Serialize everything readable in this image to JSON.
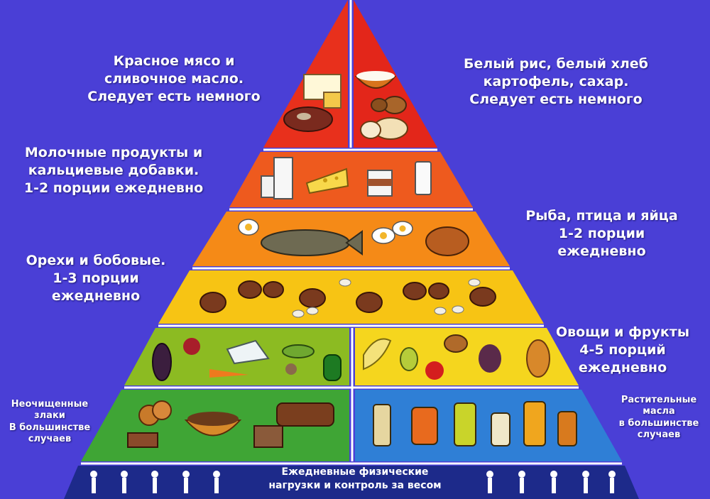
{
  "diagram": {
    "tiers": [
      {
        "id": "meat-butter",
        "color": "#e8301c",
        "lines": [
          "Красное мясо и",
          "сливочное масло.",
          "Следует есть немного"
        ]
      },
      {
        "id": "rice-bread",
        "color": "#e8301c",
        "lines": [
          "Белый рис, белый хлеб",
          "картофель, сахар.",
          "Следует есть немного"
        ]
      },
      {
        "id": "dairy",
        "color": "#ee5a1e",
        "lines": [
          "Молочные продукты и",
          "кальциевые добавки.",
          "1-2 порции ежедневно"
        ]
      },
      {
        "id": "fish-poultry-eggs",
        "color": "#f58a17",
        "lines": [
          "Рыба, птица и яйца",
          "1-2 порции",
          "ежедневно"
        ]
      },
      {
        "id": "nuts-legumes",
        "color": "#f7c414",
        "lines": [
          "Орехи и бобовые.",
          "1-3 порции",
          "ежедневно"
        ]
      },
      {
        "id": "vegetables-fruits",
        "color": "#9cc323",
        "lines": [
          "Овощи и фрукты",
          "4-5 порций",
          "ежедневно"
        ]
      },
      {
        "id": "whole-grains",
        "color": "#3fa535",
        "lines": [
          "Неочищенные",
          "злаки",
          "В большинстве",
          "случаев"
        ]
      },
      {
        "id": "plant-oils",
        "color": "#2f7fd6",
        "lines": [
          "Растительные",
          "масла",
          "в большинстве",
          "случаев"
        ]
      },
      {
        "id": "exercise",
        "color": "#1d2a8a",
        "lines": [
          "Ежедневные физические",
          "нагрузки и контроль за весом"
        ]
      }
    ]
  }
}
